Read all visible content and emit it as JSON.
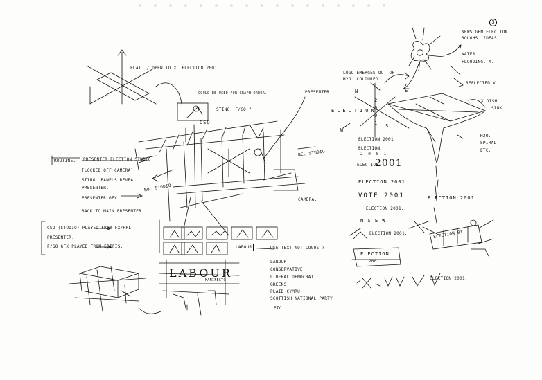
{
  "page": {
    "page_number": "3"
  },
  "top_left": {
    "flat_note": "FLAT. / OPEN TO X.  ELECTION 2001",
    "graph_note": "COULD BE USED FOR GRAPH ORDER.",
    "sting_note": "STING. F/GO ?",
    "cso_label": "CSO",
    "presenter_label": "PRESENTER.",
    "ne_studio": "NE. STUDIO",
    "nb_studio": "NB. STUDIO",
    "camera_label": "CAMERA."
  },
  "routine": {
    "heading": "ROUTINE.",
    "steps": [
      "PRESENTER  ELECTION STUDIO.",
      "[LOCKED OFF CAMERA]",
      "STING. PANELS REVEAL",
      "PRESENTER.",
      "PRESENTER  GFX.",
      "BACK TO MAIN PRESENTER."
    ]
  },
  "playout": {
    "lines": [
      "CSO  (STUDIO)    PLAYED FROM FX/HRL",
      "PRESENTER.",
      "F/GO GFX        PLAYED FROM EDIFIS."
    ],
    "labour_box": "LABOUR",
    "use_text_note": "USE TEXT NOT LOGOS ?"
  },
  "bottom_left": {
    "logo_word": "LABOUR",
    "logo_sub": "MANIFESTO"
  },
  "parties": [
    "LABOUR",
    "CONSERVATIVE",
    "LIBERAL DEMOCRAT",
    "GREENS",
    "PLAID CYMRU",
    "SCOTTISH NATIONAL PARTY",
    "ETC."
  ],
  "right": {
    "news_gen": [
      "NEWS GEN ELECTION",
      "ROUGHS. IDEAS."
    ],
    "water_note": [
      "WATER .",
      "FLOODING.  X."
    ],
    "reflected": "REFLECTED X",
    "logo_emerges": [
      "LOGO EMERGES OUT OF",
      "H2O. COLOURED."
    ],
    "compass": {
      "n": "N",
      "e": "E",
      "s": "S",
      "w": "W"
    },
    "election_word": "ELECTION",
    "vertical_digits": [
      "2",
      "0",
      "0",
      "1"
    ],
    "dish_note": [
      "X DISH",
      "SINK."
    ],
    "spiral_note": [
      "H2O.",
      "SPIRAL",
      "ETC."
    ]
  },
  "variants": [
    "ELECTION 2001",
    "ELECTION",
    "2 0 0 1",
    "ELECTION",
    "2001",
    "ELECTION 2001",
    "VOTE 2001",
    "ELECTION 2001.",
    "N S E W.",
    "ELECTION 2001.",
    "ELECTION",
    "2001.",
    "ELECTION 2001."
  ],
  "perspective": {
    "election_right": "ELECTION 2001",
    "panel": "ELECTION 01."
  }
}
